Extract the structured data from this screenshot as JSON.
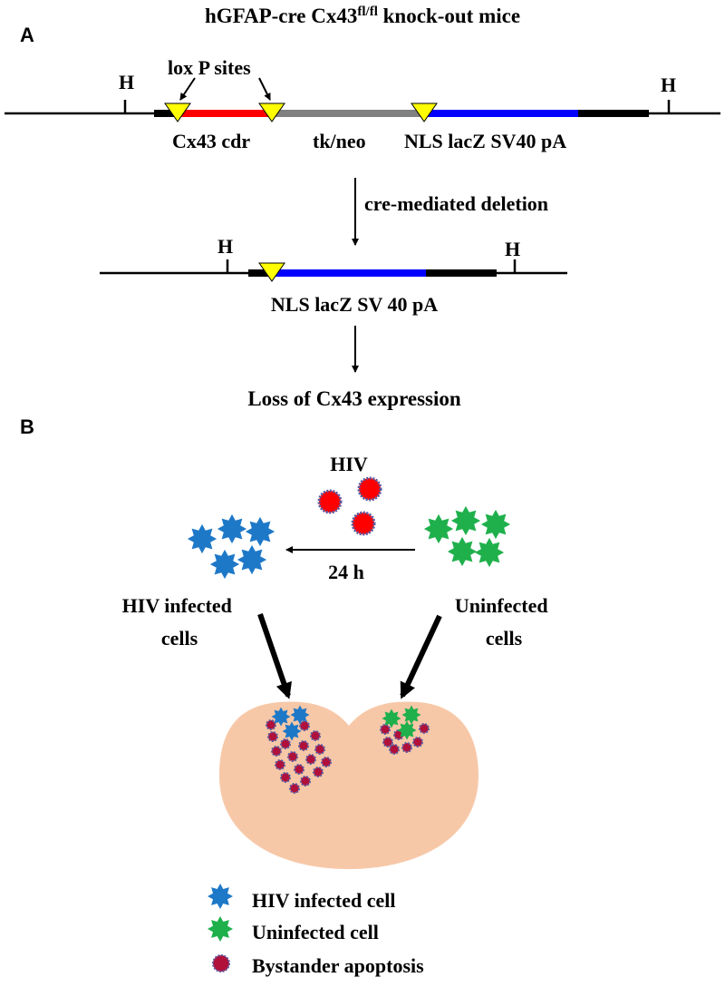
{
  "panel_a": {
    "panel_label": "A",
    "title_main": "hGFAP-cre Cx43",
    "title_sup": "fl/fl",
    "title_tail": " knock-out mice",
    "loxp_label": "lox P sites",
    "site_label": "H",
    "seg_cx43": "Cx43 cdr",
    "seg_tkneo": "tk/neo",
    "seg_nls": "NLS lacZ SV40 pA",
    "step_label": "cre-mediated deletion",
    "deleted_label": "NLS lacZ SV 40 pA",
    "result_label": "Loss of Cx43 expression"
  },
  "panel_b": {
    "panel_label": "B",
    "virus_label": "HIV",
    "time_label": "24 h",
    "infected_line1": "HIV infected",
    "infected_line2": "cells",
    "uninfected_line1": "Uninfected",
    "uninfected_line2": "cells"
  },
  "legend": {
    "infected": "HIV infected cell",
    "uninfected": "Uninfected cell",
    "apoptosis": "Bystander apoptosis"
  },
  "colors": {
    "cx43_segment": "#ff0000",
    "tkneo_segment": "#808080",
    "nls_segment": "#0000ff",
    "loxp_triangle": "#ffff00",
    "infected_cell": "#1e78c8",
    "uninfected_cell": "#1fb04c",
    "virus": "#ff0000",
    "apoptotic_cell": "#b0103a",
    "brain_section": "#f7c8a8"
  }
}
